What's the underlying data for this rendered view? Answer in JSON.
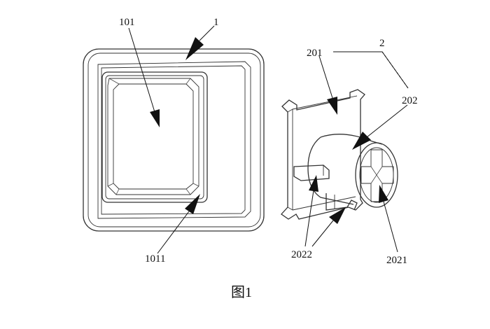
{
  "labels": {
    "part1": "1",
    "part101": "101",
    "part1011": "1011",
    "part2": "2",
    "part201": "201",
    "part202": "202",
    "part2021": "2021",
    "part2022": "2022"
  },
  "caption": "图1"
}
